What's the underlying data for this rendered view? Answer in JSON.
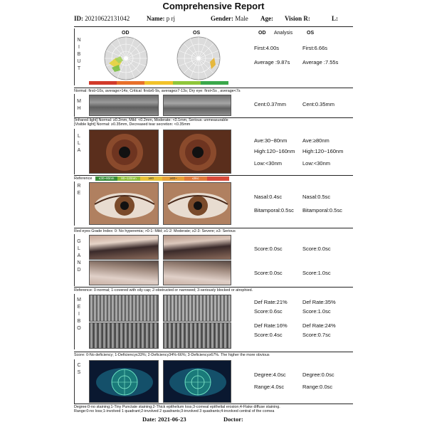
{
  "report": {
    "title": "Comprehensive Report",
    "id_label": "ID:",
    "id_value": "20210622131042",
    "name_label": "Name:",
    "name_value": "p rj",
    "gender_label": "Gender:",
    "gender_value": "Male",
    "age_label": "Age:",
    "vision_label": "Vision R:",
    "vision_l_label": "L:"
  },
  "nibut": {
    "side": [
      "N",
      "I",
      "B",
      "U",
      "T"
    ],
    "od_label": "OD",
    "os_label": "OS",
    "analysis_od": "OD",
    "analysis_label": "Analysis",
    "analysis_os": "OS",
    "od_first": "First:4.00s",
    "os_first": "First:6.66s",
    "od_avg": "Average :9.87s",
    "os_avg": "Average :7.55s",
    "note": "Normal: first>10s, average>14s; Critical: first≥6-9s, average≥7-13s; Dry eye: first<5s , average<7s",
    "colorbar": [
      "#d23a2a",
      "#e8702a",
      "#f2c22a",
      "#8fc63a",
      "#3aa84a"
    ]
  },
  "mh": {
    "side": [
      "M",
      "H"
    ],
    "od_value": "Cent:0.37mm",
    "os_value": "Cent:0.35mm",
    "note1": "[Infrared light] Normal: ≥0.2mm, Mild: <0.2mm, Moderate: <0.1mm, Serious: unmeasurable",
    "note2": "[Visible light] Normal: ≥0.35mm, Decreased tear secretion: <0.35mm"
  },
  "lla": {
    "side": [
      "L",
      "L",
      "A"
    ],
    "od_ave": "Ave:30~80nm",
    "os_ave": "Ave:≥80nm",
    "od_high": "High:120~160nm",
    "os_high": "High:120~160nm",
    "od_low": "Low:<30nm",
    "os_low": "Low:<30nm",
    "ref_label": "Reference",
    "ref_segments": [
      {
        "label": "≤30~80nm",
        "color": "#3a8f3a"
      },
      {
        "label": "80~120nm",
        "color": "#8fbf3a"
      },
      {
        "label": "≥80",
        "color": "#e8c23a"
      },
      {
        "label": "≥80~",
        "color": "#e8a23a"
      },
      {
        "label": "≤8sc",
        "color": "#e07a3a"
      },
      {
        "label": "",
        "color": "#d84a3a"
      }
    ]
  },
  "re": {
    "side": [
      "R",
      "E"
    ],
    "od_nasal": "Nasal:0.4sc",
    "os_nasal": "Nasal:0.5sc",
    "od_bitemp": "Bitamporal:0.5sc",
    "os_bitemp": "Bitamporal:0.5sc",
    "note": "Red eyes Grade Index: 0: No hyperemia; >0-1: Mild; ≥1-2: Moderate; ≥2-3: Severe; ≥3: Serious"
  },
  "gland": {
    "side": [
      "G",
      "L",
      "A",
      "N",
      "D"
    ],
    "od_score1": "Score:0.0sc",
    "os_score1": "Score:0.0sc",
    "od_score2": "Score:0.0sc",
    "os_score2": "Score:1.0sc",
    "note": "Reference: 0-normal; 1-covered with oily cap; 2-obstructed or narrowed; 3-seriously blocked or atrophied."
  },
  "meibo": {
    "side": [
      "M",
      "E",
      "I",
      "B",
      "O"
    ],
    "od_def1": "Def Rate:21%",
    "os_def1": "Def Rate:35%",
    "od_score1": "Score:0.6sc",
    "os_score1": "Score:1.0sc",
    "od_def2": "Def Rate:16%",
    "os_def2": "Def Rate:24%",
    "od_score2": "Score:0.4sc",
    "os_score2": "Score:0.7sc",
    "note": "Score: 0-No deficiency; 1-Deficiency≤33%; 2-Deficiency34%-66%; 3-Deficiency≥67%. The higher the more obvious"
  },
  "cs": {
    "side": [
      "C",
      "S"
    ],
    "od_degree": "Degree:4.0sc",
    "os_degree": "Degree:0.0sc",
    "od_range": "Range:4.0sc",
    "os_range": "Range:0.0sc",
    "note1": "Degree:0-no staining;1-Tiny Punctate staining;2-Thick epithelium loss;3-corneal epithelial erosion;4-Flake diffuse staining.",
    "note2": "Range:0-no loss;1-involved 1 quadrant;2-involved 2 quadrants;3-involved 3 quadrants;4-involved central of the cornea"
  },
  "footer": {
    "date_label": "Date:",
    "date_value": "2021-06-23",
    "doctor_label": "Doctor:"
  }
}
